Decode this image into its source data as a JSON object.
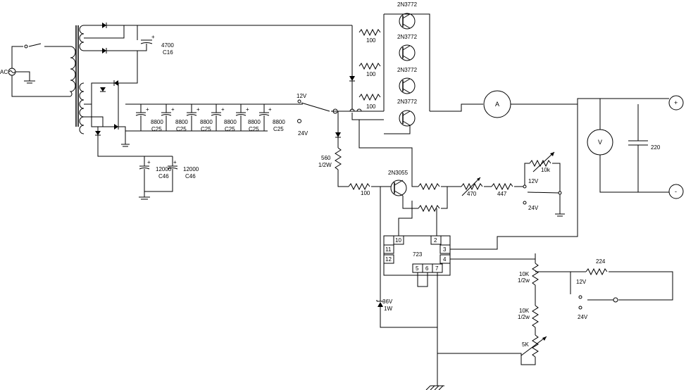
{
  "schematic": {
    "ac_source": "AC",
    "cap_c16": {
      "value": "4700",
      "ref": "C16"
    },
    "filter_caps": [
      {
        "value": "8800",
        "ref": "C25"
      },
      {
        "value": "8800",
        "ref": "C25"
      },
      {
        "value": "8800",
        "ref": "C25"
      },
      {
        "value": "8800",
        "ref": "C25"
      },
      {
        "value": "8800",
        "ref": "C25"
      },
      {
        "value": "8800",
        "ref": "C25"
      }
    ],
    "cap_c46_a": {
      "value": "12000",
      "ref": "C46"
    },
    "cap_c46_b": {
      "value": "12000",
      "ref": "C46"
    },
    "switch_main": {
      "pos1": "12V",
      "pos2": "24V"
    },
    "switch_sense": {
      "pos1": "12V",
      "pos2": "24V"
    },
    "switch_out": {
      "pos1": "12V",
      "pos2": "24V"
    },
    "transistors": [
      "2N3772",
      "2N3772",
      "2N3772",
      "2N3772"
    ],
    "driver_transistor": "2N3055",
    "base_resistors": [
      "100",
      "100",
      "100"
    ],
    "r_560": {
      "value": "560",
      "rating": "1/2W"
    },
    "r_100_base": "100",
    "pot_470": "470",
    "r_447": "447",
    "pot_10k": "10k",
    "ammeter": "A",
    "voltmeter": "V",
    "cap_out": "220",
    "terminal_pos": "+",
    "terminal_neg": "-",
    "regulator": {
      "name": "723",
      "pins": [
        "10",
        "2",
        "11",
        "3",
        "12",
        "4",
        "5",
        "6",
        "7"
      ]
    },
    "zener": {
      "value": "36V",
      "rating": "1W"
    },
    "r_divider_top": {
      "value": "10K",
      "rating": "1/2w"
    },
    "r_divider_mid": {
      "value": "10K",
      "rating": "1/2w"
    },
    "pot_5k": "5K",
    "r_224": "224"
  }
}
